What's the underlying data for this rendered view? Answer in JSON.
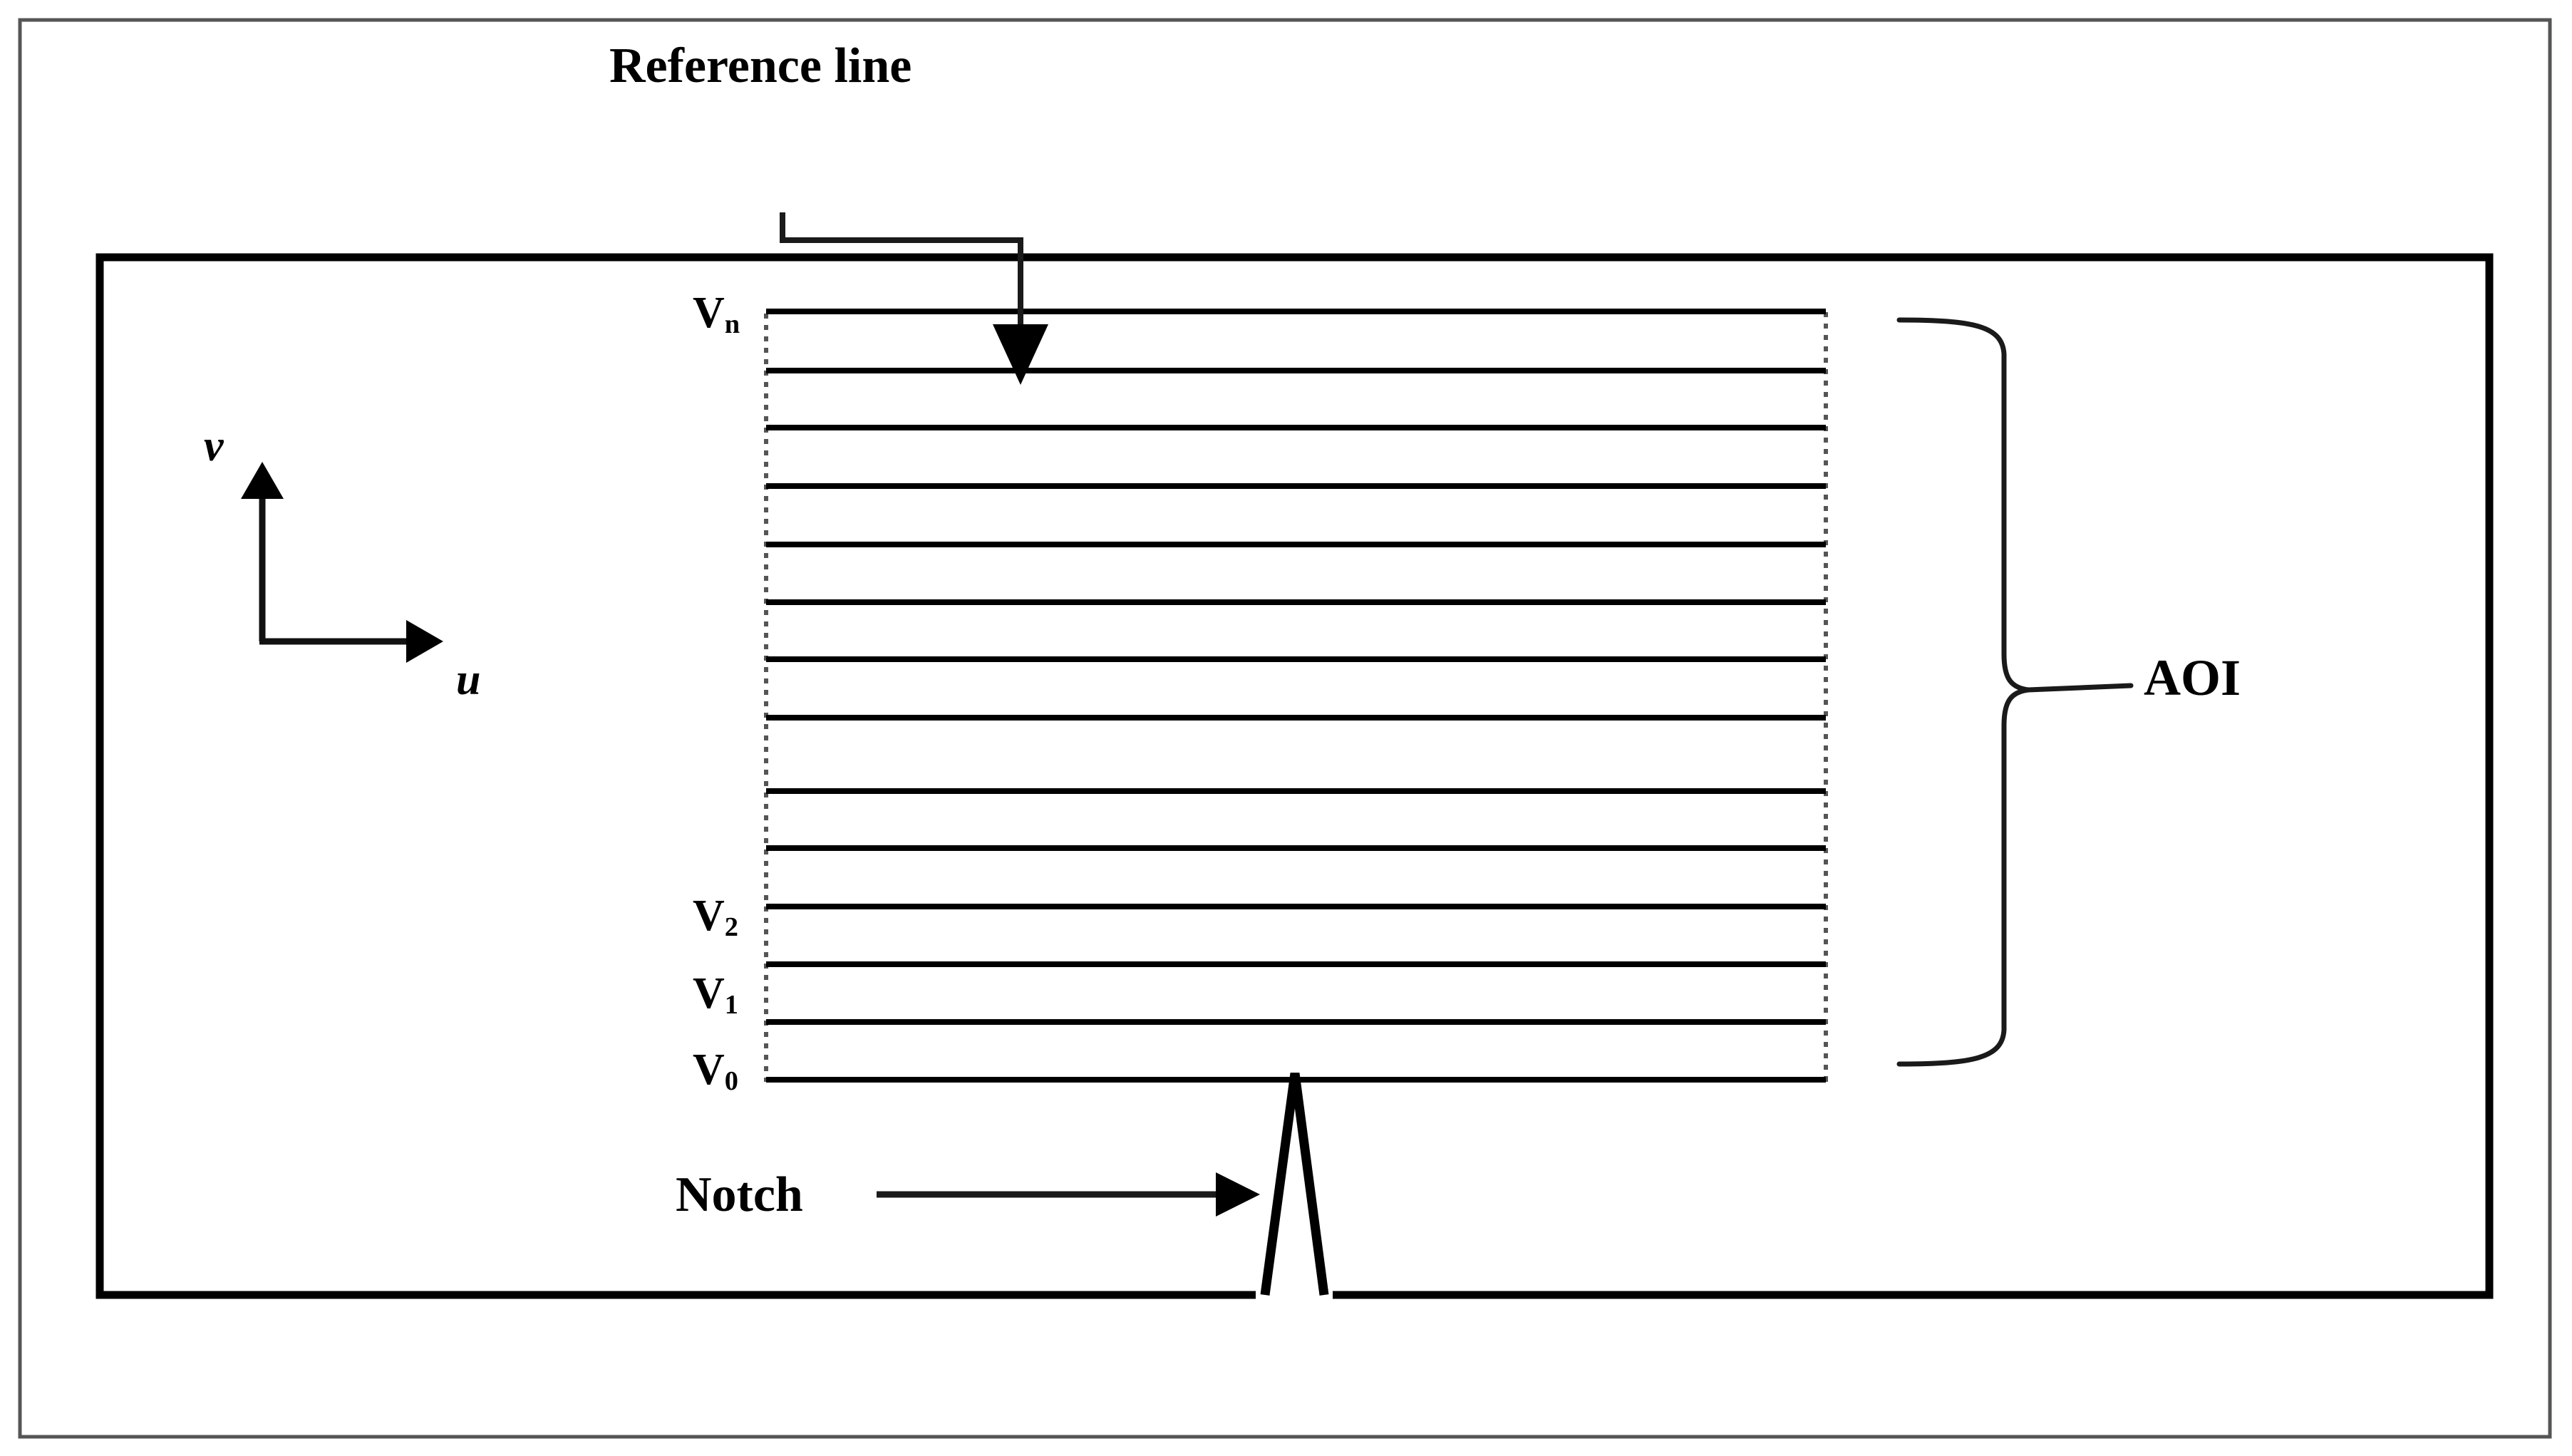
{
  "figure": {
    "type": "technical-diagram",
    "title": "Wafer AOI scan reference-line diagram",
    "background_color": "#ffffff",
    "line_color": "#000000"
  },
  "labels": {
    "reference_line": "Reference line",
    "aoi": "AOI",
    "notch": "Notch",
    "axis_v": "v",
    "axis_u": "u"
  },
  "scan_lines": {
    "v_labels": [
      {
        "base": "V",
        "sub": "n",
        "text": "Vn"
      },
      {
        "base": "V",
        "sub": "2",
        "text": "V2"
      },
      {
        "base": "V",
        "sub": "1",
        "text": "V1"
      },
      {
        "base": "V",
        "sub": "0",
        "text": "V0"
      }
    ],
    "line_count": 14,
    "first_line_label": "Vn",
    "last_line_label": "V0"
  },
  "annotations": {
    "reference_line_points_to": "second horizontal scan line from top",
    "notch_points_to": "notch spike on bottom edge of wafer frame",
    "aoi_brace_spans": "full stack of horizontal scan lines"
  },
  "colors": {
    "stroke": "#000000",
    "page_border": "#555555",
    "background": "#ffffff"
  }
}
